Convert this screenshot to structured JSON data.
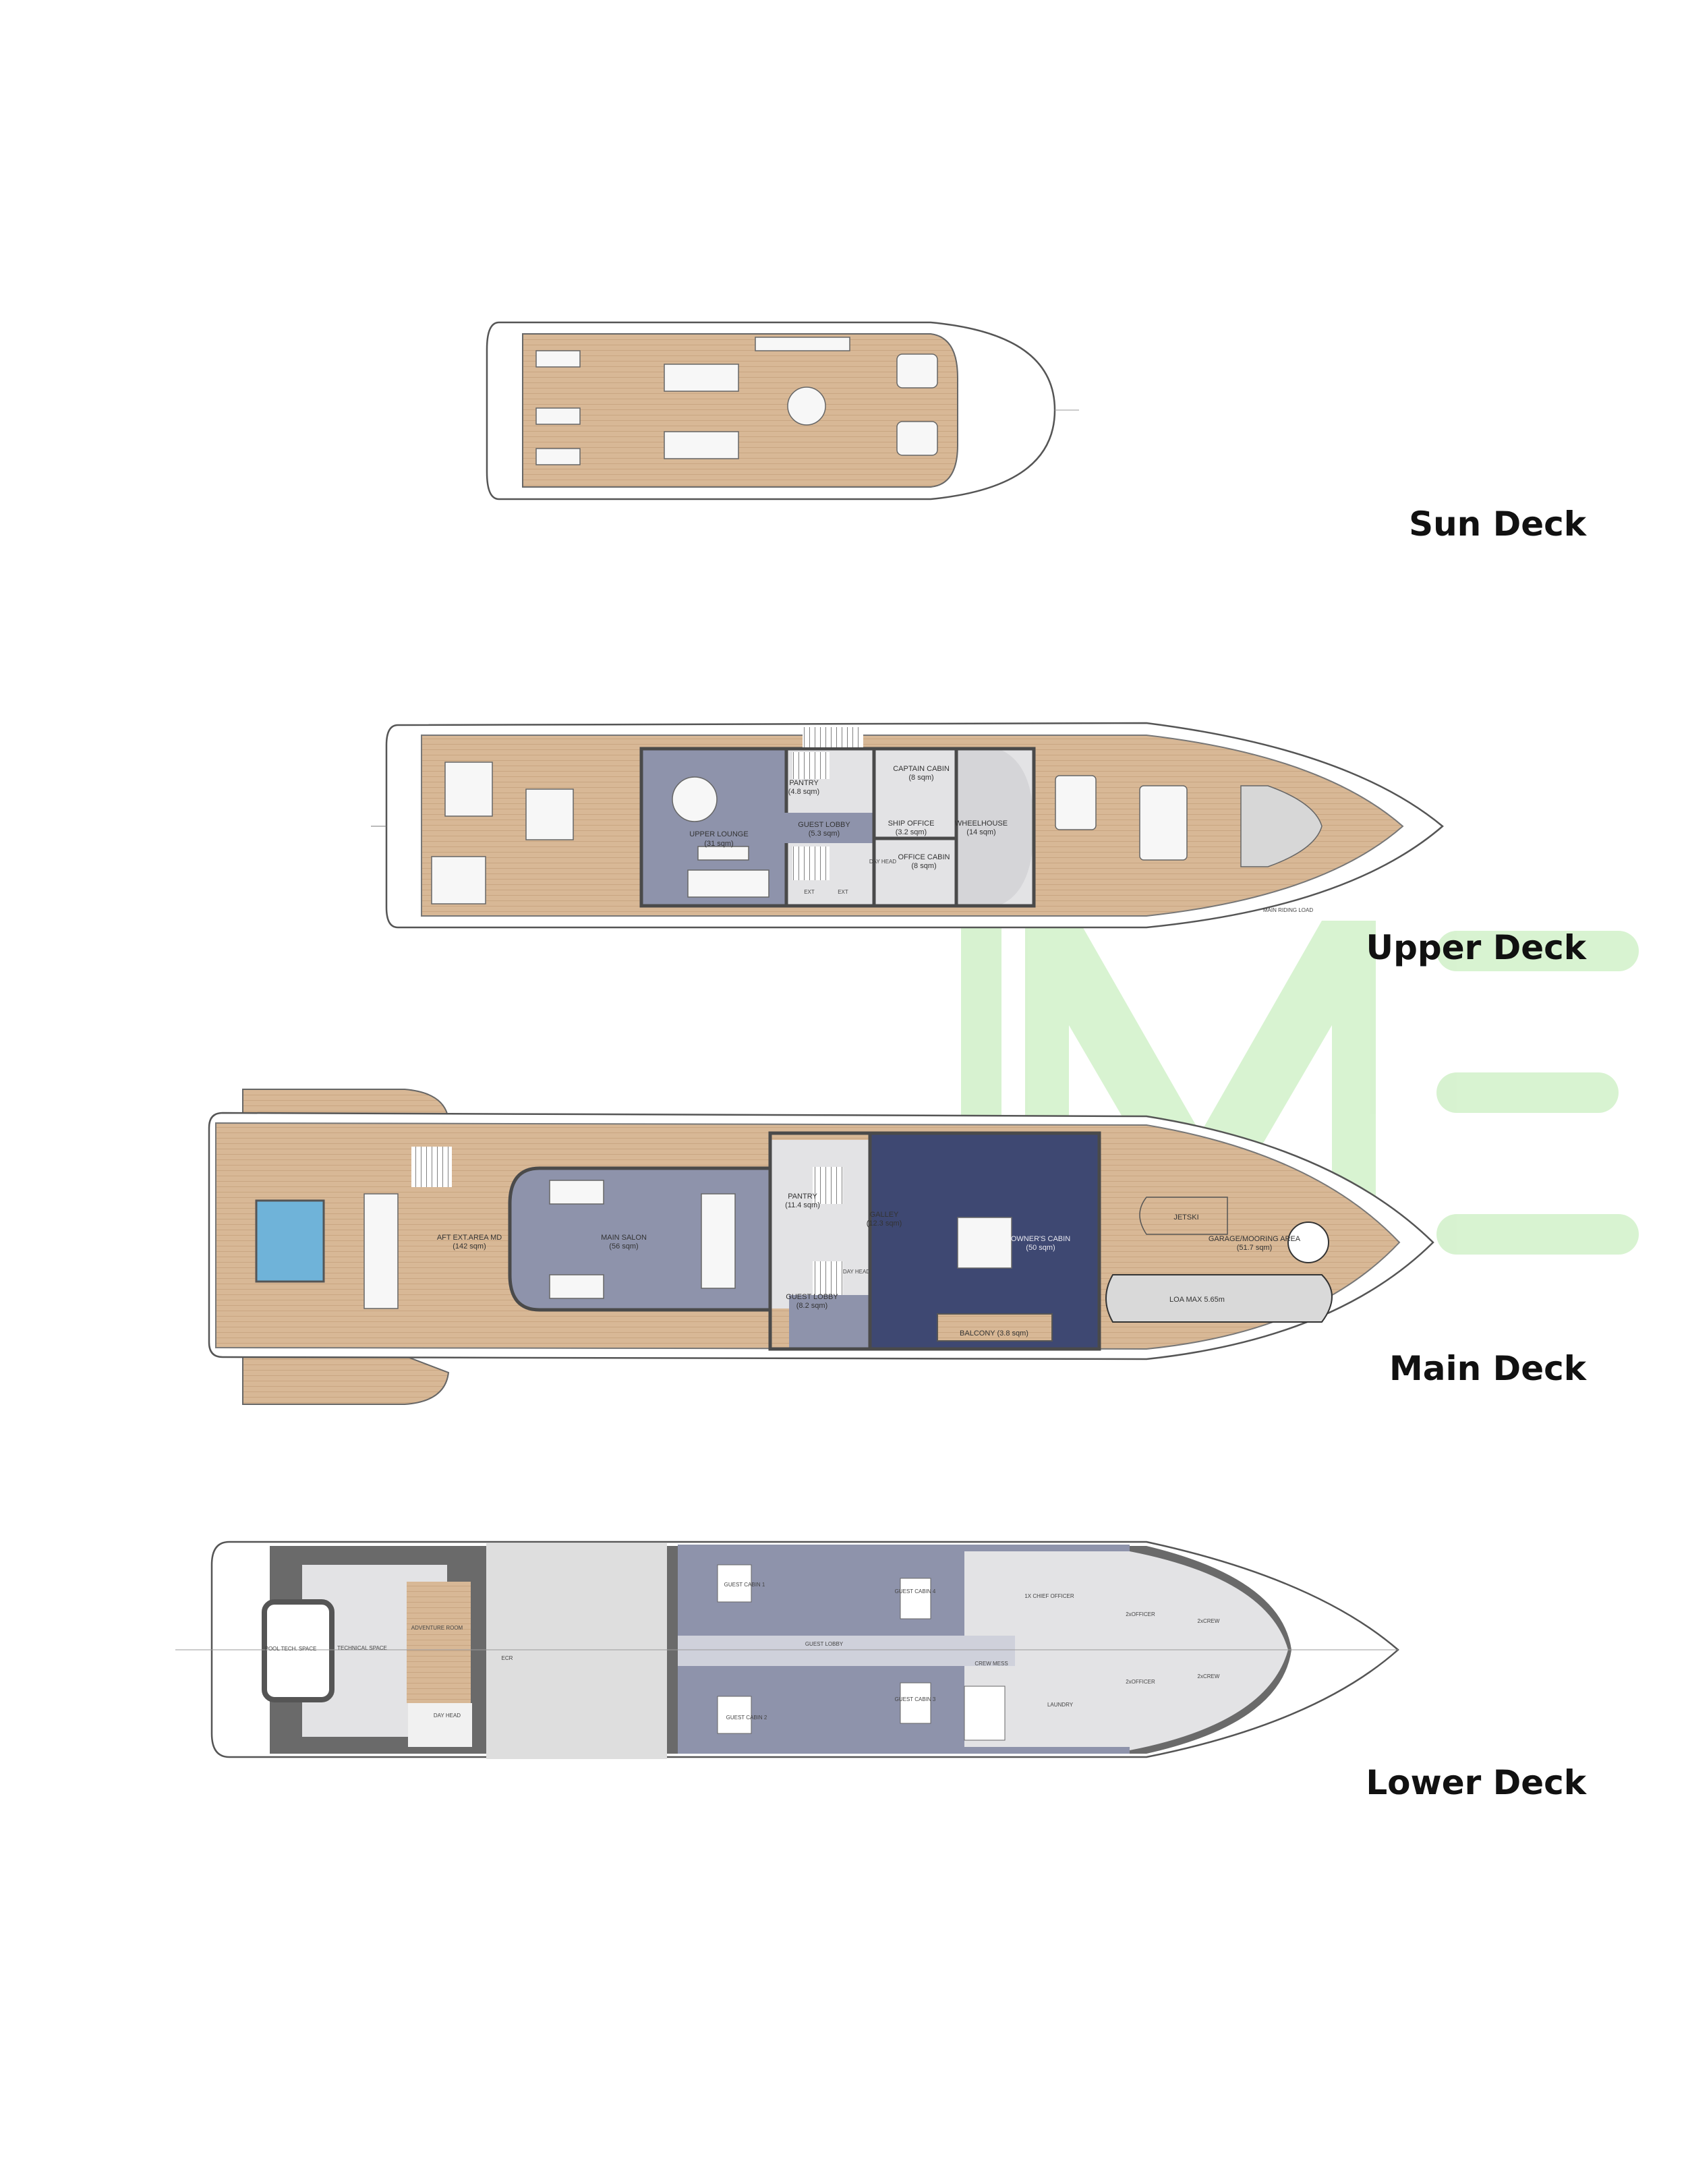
{
  "decks": {
    "sun": {
      "label": "Sun Deck"
    },
    "upper": {
      "label": "Upper Deck",
      "rooms": [
        {
          "name": "UPPER LOUNGE",
          "area": "(31 sqm)"
        },
        {
          "name": "PANTRY",
          "area": "(4.8 sqm)"
        },
        {
          "name": "GUEST LOBBY",
          "area": "(5.3 sqm)"
        },
        {
          "name": "CAPTAIN CABIN",
          "area": "(8 sqm)"
        },
        {
          "name": "SHIP OFFICE",
          "area": "(3.2 sqm)"
        },
        {
          "name": "WHEELHOUSE",
          "area": "(14 sqm)"
        },
        {
          "name": "DAY HEAD",
          "area": ""
        },
        {
          "name": "OFFICE CABIN",
          "area": "(8 sqm)"
        },
        {
          "name": "EXT",
          "area": ""
        },
        {
          "name": "EXT",
          "area": ""
        }
      ],
      "note": "MAIN RIDING LOAD"
    },
    "main": {
      "label": "Main Deck",
      "rooms": [
        {
          "name": "AFT EXT.AREA MD",
          "area": "(142 sqm)"
        },
        {
          "name": "MAIN SALON",
          "area": "(56 sqm)"
        },
        {
          "name": "PANTRY",
          "area": "(11.4 sqm)"
        },
        {
          "name": "GALLEY",
          "area": "(12.3 sqm)"
        },
        {
          "name": "GUEST LOBBY",
          "area": "(8.2 sqm)"
        },
        {
          "name": "DAY HEAD",
          "area": ""
        },
        {
          "name": "OWNER'S CABIN",
          "area": "(50 sqm)"
        },
        {
          "name": "BALCONY (3.8 sqm)",
          "area": ""
        },
        {
          "name": "JETSKI",
          "area": ""
        },
        {
          "name": "GARAGE/MOORING AREA",
          "area": "(51.7 sqm)"
        },
        {
          "name": "LOA MAX 5.65m",
          "area": ""
        }
      ]
    },
    "lower": {
      "label": "Lower Deck",
      "rooms": [
        {
          "name": "POOL TECH. SPACE"
        },
        {
          "name": "TECHNICAL SPACE"
        },
        {
          "name": "ADVENTURE ROOM"
        },
        {
          "name": "DAY HEAD"
        },
        {
          "name": "ECR"
        },
        {
          "name": "GUEST CABIN 1"
        },
        {
          "name": "GUEST CABIN 2"
        },
        {
          "name": "GUEST LOBBY"
        },
        {
          "name": "GUEST CABIN 4"
        },
        {
          "name": "GUEST CABIN 3"
        },
        {
          "name": "CREW MESS"
        },
        {
          "name": "1X CHIEF OFFICER"
        },
        {
          "name": "2xOFFICER"
        },
        {
          "name": "2xOFFICER"
        },
        {
          "name": "2xCREW"
        },
        {
          "name": "2xCREW"
        },
        {
          "name": "LAUNDRY"
        }
      ]
    }
  },
  "watermark": {
    "text": "IME",
    "color": "#8fdc7a"
  },
  "colors": {
    "wood": "#d8b896",
    "lounge": "#8e93ab",
    "owner": "#3e4872",
    "service": "#e3e3e5",
    "wall": "#4a4a4a"
  }
}
